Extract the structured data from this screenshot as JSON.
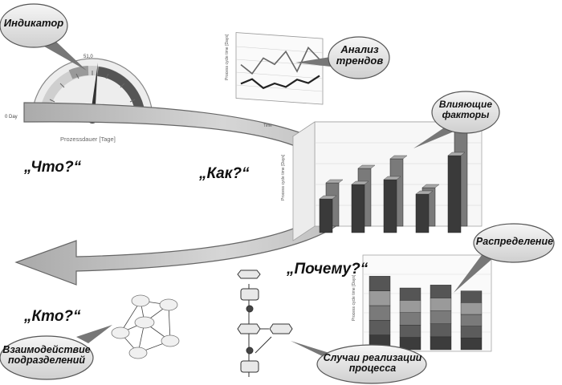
{
  "callouts": {
    "indicator": "Индикатор",
    "trend_line1": "Анализ",
    "trend_line2": "трендов",
    "factors_line1": "Влияющие",
    "factors_line2": "факторы",
    "distribution": "Распределение",
    "interaction_line1": "Взаимодействие",
    "interaction_line2": "подразделений",
    "cases_line1": "Случаи реализации",
    "cases_line2": "процесса"
  },
  "questions": {
    "what": "„Что?“",
    "how": "„Как?“",
    "why": "„Почему?“",
    "who": "„Кто?“"
  },
  "gauge": {
    "left_label": "0 Day",
    "value_label": "51,0",
    "axis_label": "Prozessdauer [Tage]"
  },
  "colors": {
    "callout_fill": "#e6e6e6",
    "arrow_fill": "#c8c8c8",
    "bar_dark": "#3a3a3a",
    "bar_mid": "#7a7a7a"
  },
  "chart_data": [
    {
      "type": "line",
      "series": [
        {
          "values": [
            55,
            40,
            70,
            60,
            85,
            50,
            95,
            75
          ]
        },
        {
          "values": [
            20,
            30,
            15,
            25,
            20,
            35,
            30,
            45
          ]
        }
      ]
    },
    {
      "type": "bar",
      "series": [
        {
          "values": [
            45,
            60,
            70,
            40,
            100
          ]
        },
        {
          "values": [
            35,
            50,
            55,
            40,
            80
          ]
        }
      ]
    },
    {
      "type": "bar",
      "stacked": true,
      "series": [
        {
          "values": [
            50,
            42,
            44,
            40
          ]
        }
      ]
    }
  ]
}
